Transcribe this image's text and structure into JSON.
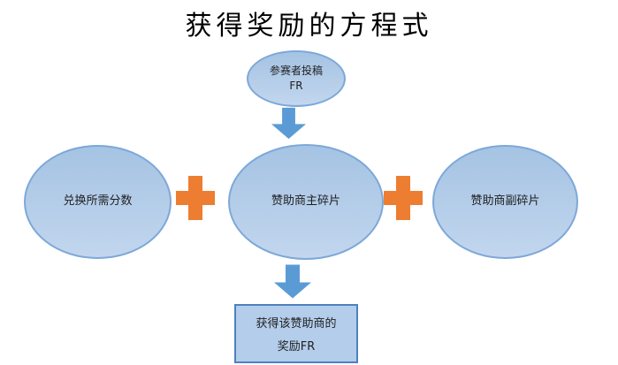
{
  "title": "获得奖励的方程式",
  "nodes": {
    "input": {
      "line1": "参赛者投稿",
      "line2": "FR"
    },
    "points": {
      "label": "兑换所需分数"
    },
    "main_fragment": {
      "label": "赞助商主碎片"
    },
    "sub_fragment": {
      "label": "赞助商副碎片"
    },
    "result": {
      "line1": "获得该赞助商的",
      "line2": "奖励FR"
    }
  },
  "operators": {
    "plus1": "+",
    "plus2": "+"
  },
  "icons": {
    "arrow_top": "down-arrow-icon",
    "arrow_bottom": "down-arrow-icon",
    "plus1": "plus-operator-icon",
    "plus2": "plus-operator-icon"
  },
  "colors": {
    "ellipse_fill_top": "#a5c3e3",
    "ellipse_fill_bottom": "#c2d6ee",
    "shape_border": "#7da8d8",
    "arrow_fill": "#5b9bd5",
    "plus_fill": "#ed7d31",
    "rect_fill": "#b3cdea",
    "rect_border": "#4e81bd",
    "text": "#1f1f1f"
  }
}
